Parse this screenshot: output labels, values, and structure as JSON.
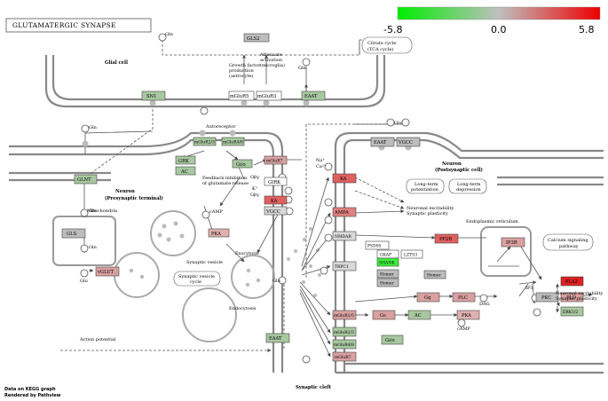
{
  "title": "GLUTAMATERGIC SYNAPSE",
  "colors": {
    "neg": "#00ee00",
    "mid": "#bfbfbf",
    "pos": "#ee0000",
    "green_box": "#a8c8a0",
    "bright_green": "#3df03d",
    "gray_box": "#bdbdbd",
    "pink_box": "#d9a0a0",
    "red_box": "#e06060",
    "deep_red": "#e02020",
    "line": "#555555",
    "membrane": "#888888"
  },
  "scale": {
    "min": "-5.8",
    "mid": "0.0",
    "max": "5.8"
  },
  "regions": {
    "glial": "Glial cell",
    "presyn_title": "Neuron",
    "presyn_sub": "(Presynaptic terminal)",
    "postsyn_title": "Neuron",
    "postsyn_sub": "(Postsynaptic cell)",
    "cleft": "Synaptic cleft"
  },
  "genes": {
    "gls2": "GLS2",
    "sn1": "SN1",
    "mglur5_glia": "mGluR5",
    "mglur3_glia": "mGluR3",
    "eaat_glia": "EAAT",
    "mglur23": "mGluR2/3",
    "mglur48": "mGluR4/8",
    "glnt": "GLNT",
    "grk": "GRK",
    "gio": "Gi/o",
    "mglur7": "mGluR7",
    "ac_pre": "AC",
    "girk": "GIRK",
    "ka_pre": "KA",
    "vgcc_pre": "VGCC",
    "pka_pre": "PKA",
    "gls": "GLS",
    "vglut": "vGLUT",
    "eaat_cleft": "EAAT",
    "eaat_post": "EAAT",
    "vgcc_post": "VGCC",
    "ka_post": "KA",
    "ampa": "AMPA",
    "nmdar": "NMDAR",
    "psd95": "PSD95",
    "gkap": "GKAP",
    "shank": "SHANK",
    "lzts3": "LZTS3",
    "homer1": "Homer",
    "homer2": "Homer",
    "homer3": "Homer",
    "trpc1": "TRPC1",
    "pp2b": "PP2B",
    "iptr": "IP3R",
    "mglur15": "mGluR1/5",
    "gq": "Gq",
    "plc": "PLC",
    "pkc": "PKC",
    "pla2": "PLA2",
    "pld": "PLD",
    "erk": "ERK1/2",
    "mglur23_post": "mGluR2/3",
    "mglur48_post": "mGluR4/8",
    "mglur7_post": "mGluR7",
    "gs": "Gs",
    "ac_post": "AC",
    "pka_post": "PKA",
    "gio_post": "Gi/o"
  },
  "notes": {
    "citrate": "Citrate cycle",
    "citrate2": "(TCA cycle)",
    "growth": "Growth factor",
    "growth2": "production",
    "growth3": "(astrocyte)",
    "attenuate": "Attenuate",
    "attenuate2": "activation",
    "attenuate3": "(microglia)",
    "autoreceptor": "Autoreceptor",
    "feedback": "Feedback inhibition",
    "feedback2": "of glutamate release",
    "mitochondria": "Mitochondria",
    "synvesicle": "Synaptic vesicle",
    "synvesicle_cycle": "Synaptic vesicle",
    "synvesicle_cycle2": "cycle",
    "exocytosis": "Exocytosis",
    "endocytosis": "Endocytosis",
    "action": "Action potential",
    "ltp": "Long-term",
    "ltp2": "potentiation",
    "ltd": "Long-term",
    "ltd2": "depression",
    "excit": "Neuronal excitability",
    "excit2": "Synaptic plasticity",
    "excit_b": "Neuronal excitability",
    "excit_b2": "Synaptic plasticity",
    "er": "Endoplasmic reticulum",
    "calcium": "Calcium signaling",
    "calcium2": "pathway",
    "gln": "Gln",
    "glu": "Glu",
    "camp": "cAMP",
    "camp2": "cAMP",
    "gbg": "Gβγ",
    "gbg2": "Gβγ",
    "kplus": "K⁺",
    "na": "Na⁺",
    "ca": "Ca²⁺",
    "dag": "DAG",
    "ip3": "IP3"
  },
  "footer": {
    "line1": "Data on KEGG graph",
    "line2": "Rendered by Pathview"
  }
}
